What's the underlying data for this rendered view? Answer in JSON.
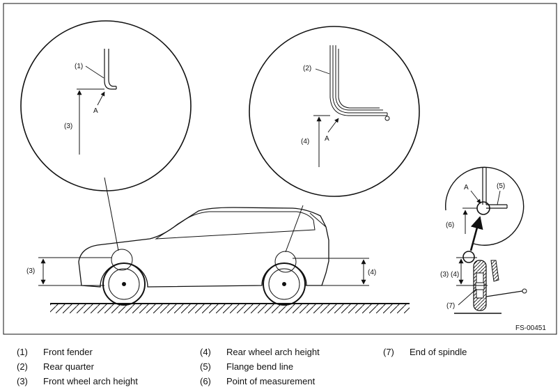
{
  "diagram": {
    "labels": {
      "front_fender_callout": "(1)",
      "rear_quarter_callout": "(2)",
      "front_height_callout": "(3)",
      "rear_height_callout": "(4)",
      "flange_callout": "(5)",
      "measure_callout": "(6)",
      "spindle_callout": "(7)",
      "point_a": "A",
      "combined_callout": "(3) (4)"
    },
    "figure_id": "FS-00451"
  },
  "legend": {
    "items": [
      {
        "num": "(1)",
        "text": "Front fender"
      },
      {
        "num": "(2)",
        "text": "Rear quarter"
      },
      {
        "num": "(3)",
        "text": "Front wheel arch height"
      },
      {
        "num": "(4)",
        "text": "Rear wheel arch height"
      },
      {
        "num": "(5)",
        "text": "Flange bend line"
      },
      {
        "num": "(6)",
        "text": "Point of measurement"
      },
      {
        "num": "(7)",
        "text": "End of spindle"
      }
    ]
  }
}
